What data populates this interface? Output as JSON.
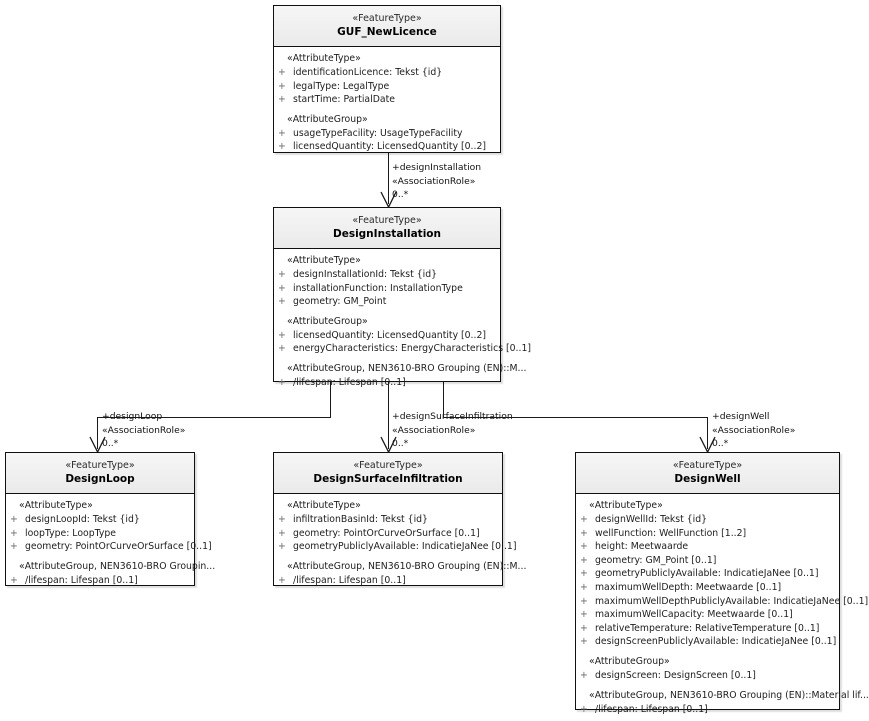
{
  "diagram": {
    "type": "uml-class-diagram",
    "background_color": "#ffffff",
    "border_color": "#101010",
    "header_fill": "#efefef",
    "body_fill": "#ffffff"
  },
  "classes": {
    "guf_newlicence": {
      "stereotype": "«FeatureType»",
      "name": "GUF_NewLicence",
      "sections": [
        {
          "group": "«AttributeType»",
          "attributes": [
            {
              "visibility": "+",
              "text": "identificationLicence: Tekst {id}"
            },
            {
              "visibility": "+",
              "text": "legalType: LegalType"
            },
            {
              "visibility": "+",
              "text": "startTime: PartialDate"
            }
          ]
        },
        {
          "group": "«AttributeGroup»",
          "attributes": [
            {
              "visibility": "+",
              "text": "usageTypeFacility: UsageTypeFacility"
            },
            {
              "visibility": "+",
              "text": "licensedQuantity: LicensedQuantity [0..2]"
            }
          ]
        }
      ]
    },
    "designinstallation": {
      "stereotype": "«FeatureType»",
      "name": "DesignInstallation",
      "sections": [
        {
          "group": "«AttributeType»",
          "attributes": [
            {
              "visibility": "+",
              "text": "designInstallationId: Tekst {id}"
            },
            {
              "visibility": "+",
              "text": "installationFunction: InstallationType"
            },
            {
              "visibility": "+",
              "text": "geometry: GM_Point"
            }
          ]
        },
        {
          "group": "«AttributeGroup»",
          "attributes": [
            {
              "visibility": "+",
              "text": "licensedQuantity: LicensedQuantity [0..2]"
            },
            {
              "visibility": "+",
              "text": "energyCharacteristics: EnergyCharacteristics [0..1]"
            }
          ]
        },
        {
          "group": "«AttributeGroup, NEN3610-BRO Grouping (EN)::M...",
          "attributes": [
            {
              "visibility": "+",
              "text": "/lifespan: Lifespan [0..1]"
            }
          ]
        }
      ]
    },
    "designloop": {
      "stereotype": "«FeatureType»",
      "name": "DesignLoop",
      "sections": [
        {
          "group": "«AttributeType»",
          "attributes": [
            {
              "visibility": "+",
              "text": "designLoopId: Tekst {id}"
            },
            {
              "visibility": "+",
              "text": "loopType: LoopType"
            },
            {
              "visibility": "+",
              "text": "geometry: PointOrCurveOrSurface [0..1]"
            }
          ]
        },
        {
          "group": "«AttributeGroup, NEN3610-BRO Groupin...",
          "attributes": [
            {
              "visibility": "+",
              "text": "/lifespan: Lifespan [0..1]"
            }
          ]
        }
      ]
    },
    "designsurfaceinfiltration": {
      "stereotype": "«FeatureType»",
      "name": "DesignSurfaceInfiltration",
      "sections": [
        {
          "group": "«AttributeType»",
          "attributes": [
            {
              "visibility": "+",
              "text": "infiltrationBasinId: Tekst {id}"
            },
            {
              "visibility": "+",
              "text": "geometry: PointOrCurveOrSurface [0..1]"
            },
            {
              "visibility": "+",
              "text": "geometryPubliclyAvailable: IndicatieJaNee [0..1]"
            }
          ]
        },
        {
          "group": "«AttributeGroup, NEN3610-BRO Grouping (EN)::M...",
          "attributes": [
            {
              "visibility": "+",
              "text": "/lifespan: Lifespan [0..1]"
            }
          ]
        }
      ]
    },
    "designwell": {
      "stereotype": "«FeatureType»",
      "name": "DesignWell",
      "sections": [
        {
          "group": "«AttributeType»",
          "attributes": [
            {
              "visibility": "+",
              "text": "designWellId: Tekst {id}"
            },
            {
              "visibility": "+",
              "text": "wellFunction: WellFunction [1..2]"
            },
            {
              "visibility": "+",
              "text": "height: Meetwaarde"
            },
            {
              "visibility": "+",
              "text": "geometry: GM_Point [0..1]"
            },
            {
              "visibility": "+",
              "text": "geometryPubliclyAvailable: IndicatieJaNee [0..1]"
            },
            {
              "visibility": "+",
              "text": "maximumWellDepth: Meetwaarde [0..1]"
            },
            {
              "visibility": "+",
              "text": "maximumWellDepthPubliclyAvailable: IndicatieJaNee [0..1]"
            },
            {
              "visibility": "+",
              "text": "maximumWellCapacity: Meetwaarde [0..1]"
            },
            {
              "visibility": "+",
              "text": "relativeTemperature: RelativeTemperature [0..1]"
            },
            {
              "visibility": "+",
              "text": "designScreenPubliclyAvailable: IndicatieJaNee [0..1]"
            }
          ]
        },
        {
          "group": "«AttributeGroup»",
          "attributes": [
            {
              "visibility": "+",
              "text": "designScreen: DesignScreen [0..1]"
            }
          ]
        },
        {
          "group": "«AttributeGroup, NEN3610-BRO Grouping (EN)::Material lif...",
          "attributes": [
            {
              "visibility": "+",
              "text": "/lifespan: Lifespan [0..1]"
            }
          ]
        }
      ]
    }
  },
  "associations": {
    "design_installation": {
      "role": "+designInstallation",
      "stereotype": "«AssociationRole»",
      "multiplicity": "0..*"
    },
    "design_loop": {
      "role": "+designLoop",
      "stereotype": "«AssociationRole»",
      "multiplicity": "0..*"
    },
    "design_surface_infiltration": {
      "role": "+designSurfaceInfiltration",
      "stereotype": "«AssociationRole»",
      "multiplicity": "0..*"
    },
    "design_well": {
      "role": "+designWell",
      "stereotype": "«AssociationRole»",
      "multiplicity": "0..*"
    }
  }
}
